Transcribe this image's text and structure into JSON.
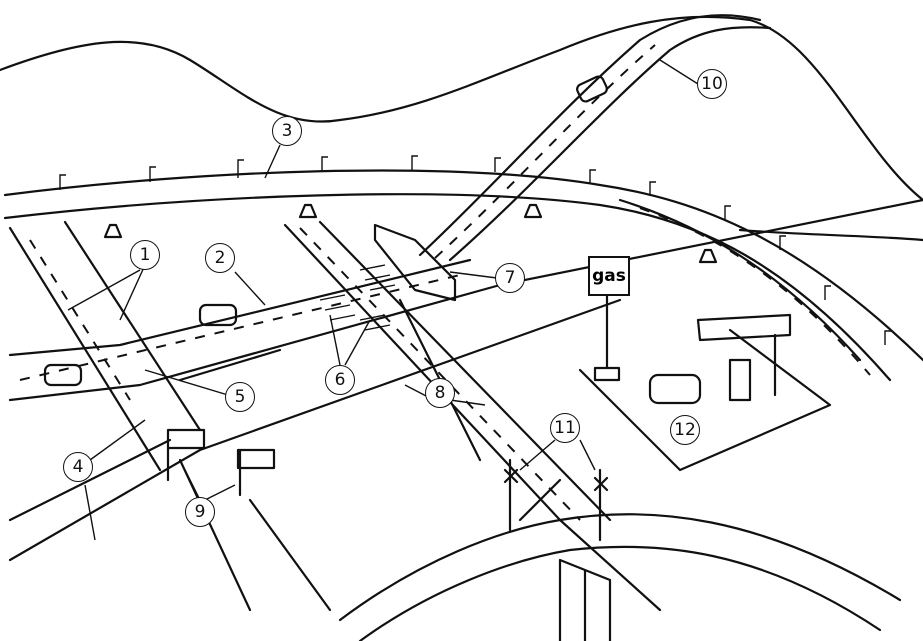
{
  "labels": [
    "1",
    "2",
    "3",
    "4",
    "5",
    "6",
    "7",
    "8",
    "9",
    "10",
    "11",
    "12"
  ],
  "gas_sign": "gas"
}
